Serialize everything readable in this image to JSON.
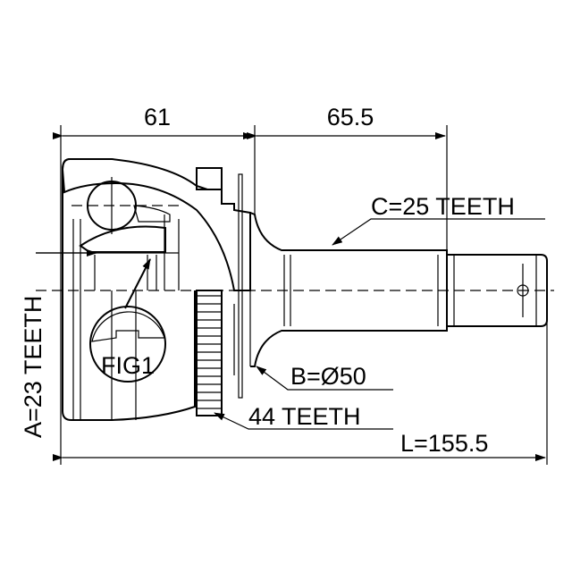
{
  "dimensions": {
    "housing_length": "61",
    "shaft_length": "65.5",
    "total_length": "L=155.5"
  },
  "callouts": {
    "outer_spline": "C=25 TEETH",
    "inner_spline": "A=23 TEETH",
    "seal_diameter": "B=Ø50",
    "abs_ring": "44 TEETH",
    "detail_label": "FIG1"
  }
}
